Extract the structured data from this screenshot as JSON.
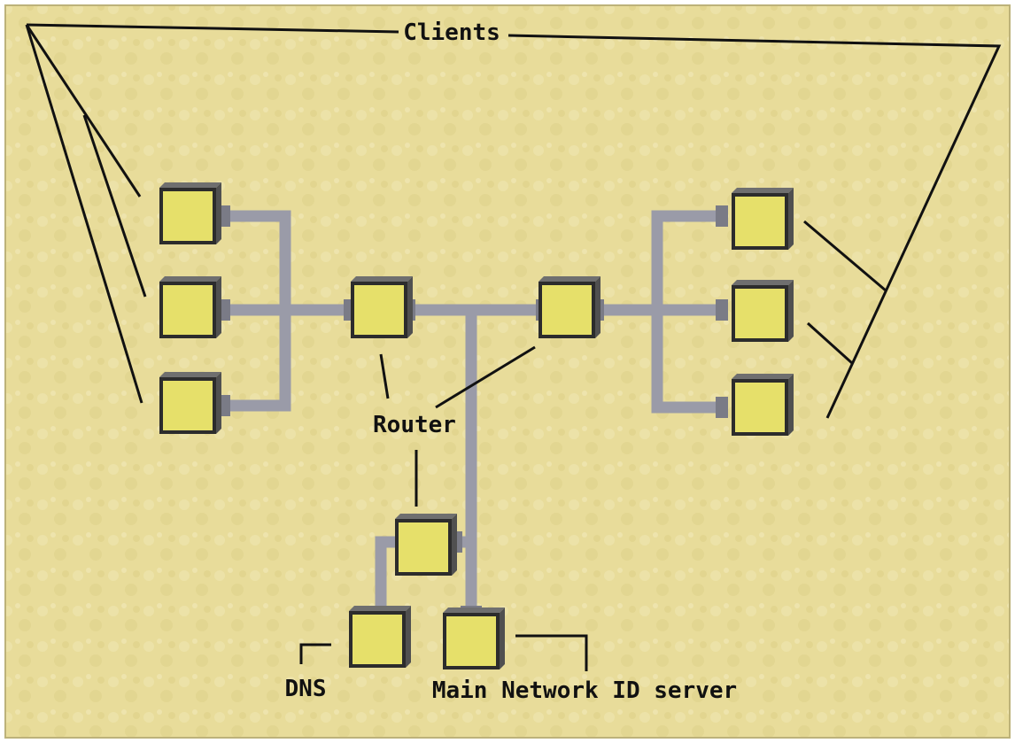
{
  "labels": {
    "clients": "Clients",
    "router": "Router",
    "dns": "DNS",
    "main_server": "Main Network ID server"
  },
  "colors": {
    "background": "#e8dc9a",
    "node_face": "#e6e06a",
    "cable": "#9a9ba8",
    "line": "#111111"
  }
}
